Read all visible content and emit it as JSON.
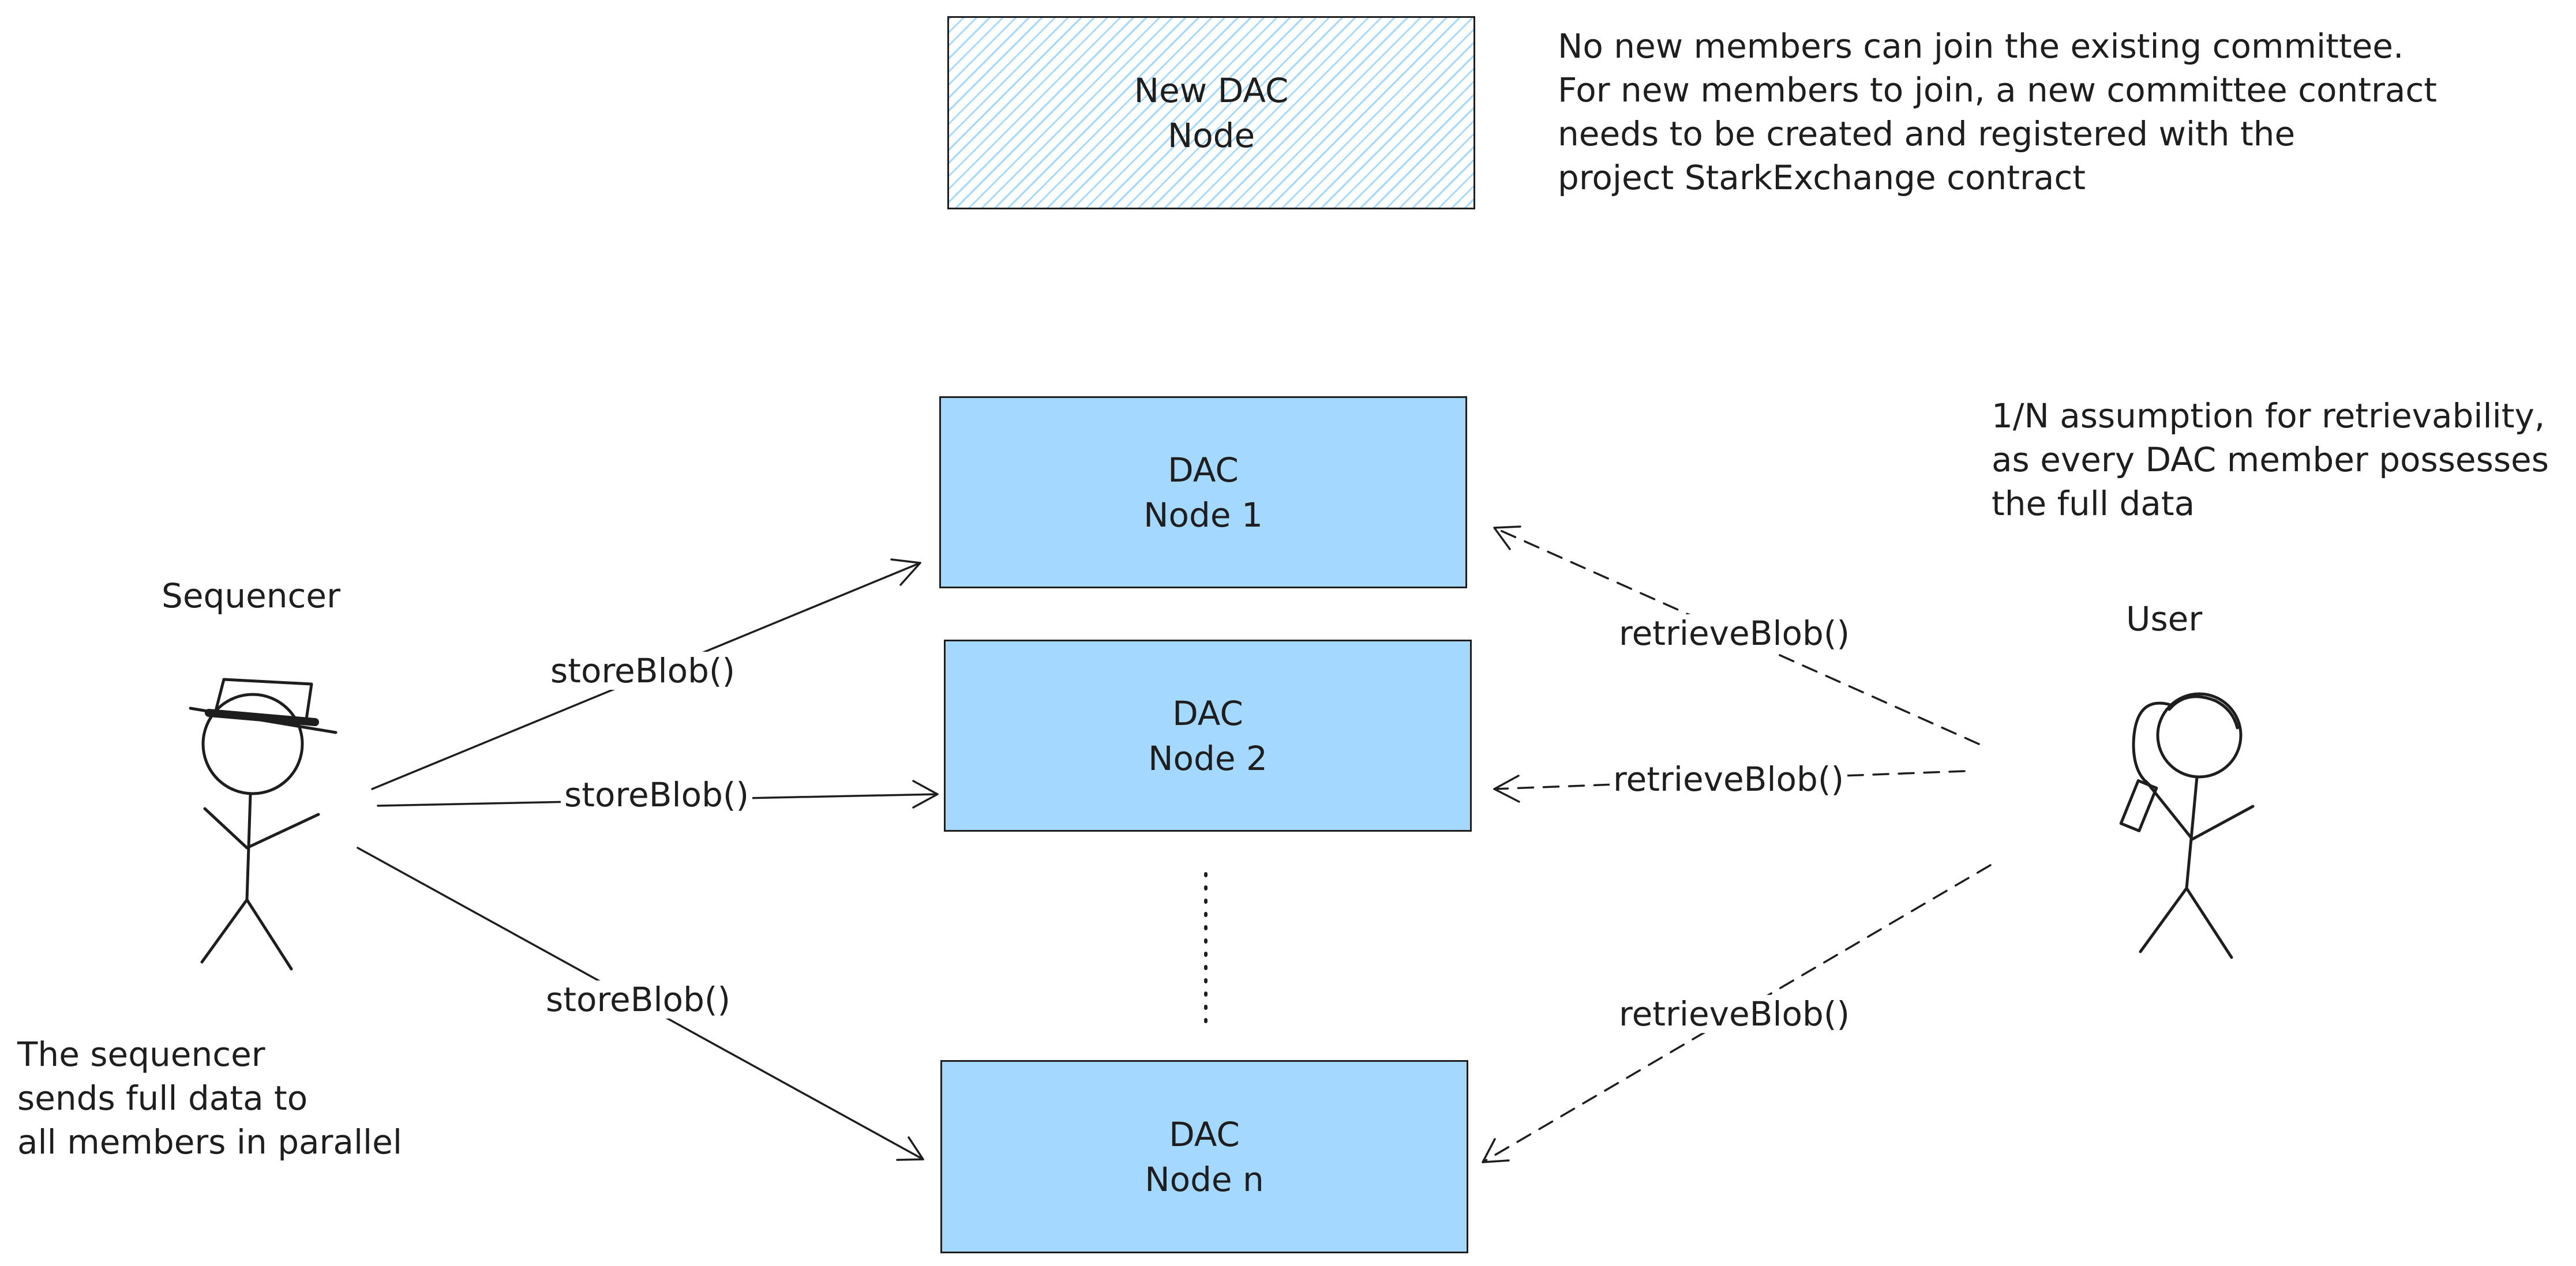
{
  "nodes": {
    "new_node": {
      "line1": "New DAC",
      "line2": "Node"
    },
    "node1": {
      "line1": "DAC",
      "line2": "Node 1"
    },
    "node2": {
      "line1": "DAC",
      "line2": "Node 2"
    },
    "noden": {
      "line1": "DAC",
      "line2": "Node n"
    }
  },
  "actors": {
    "sequencer": "Sequencer",
    "user": "User"
  },
  "edges": {
    "store_top": "storeBlob()",
    "store_mid": "storeBlob()",
    "store_bot": "storeBlob()",
    "retrieve_top": "retrieveBlob()",
    "retrieve_mid": "retrieveBlob()",
    "retrieve_bot": "retrieveBlob()"
  },
  "notes": {
    "committee": [
      "No new members can join the existing committee.",
      "For new members to join, a new committee contract",
      "needs to be created and registered with the",
      "project StarkExchange contract"
    ],
    "retrievability": [
      "1/N assumption for retrievability,",
      "as every DAC member possesses",
      "the full data"
    ],
    "sequencer": [
      "The sequencer",
      "sends full data to",
      "all members in parallel"
    ]
  },
  "colors": {
    "node_fill": "#a5d8ff",
    "stroke": "#1e1e1e",
    "background": "#ffffff"
  }
}
